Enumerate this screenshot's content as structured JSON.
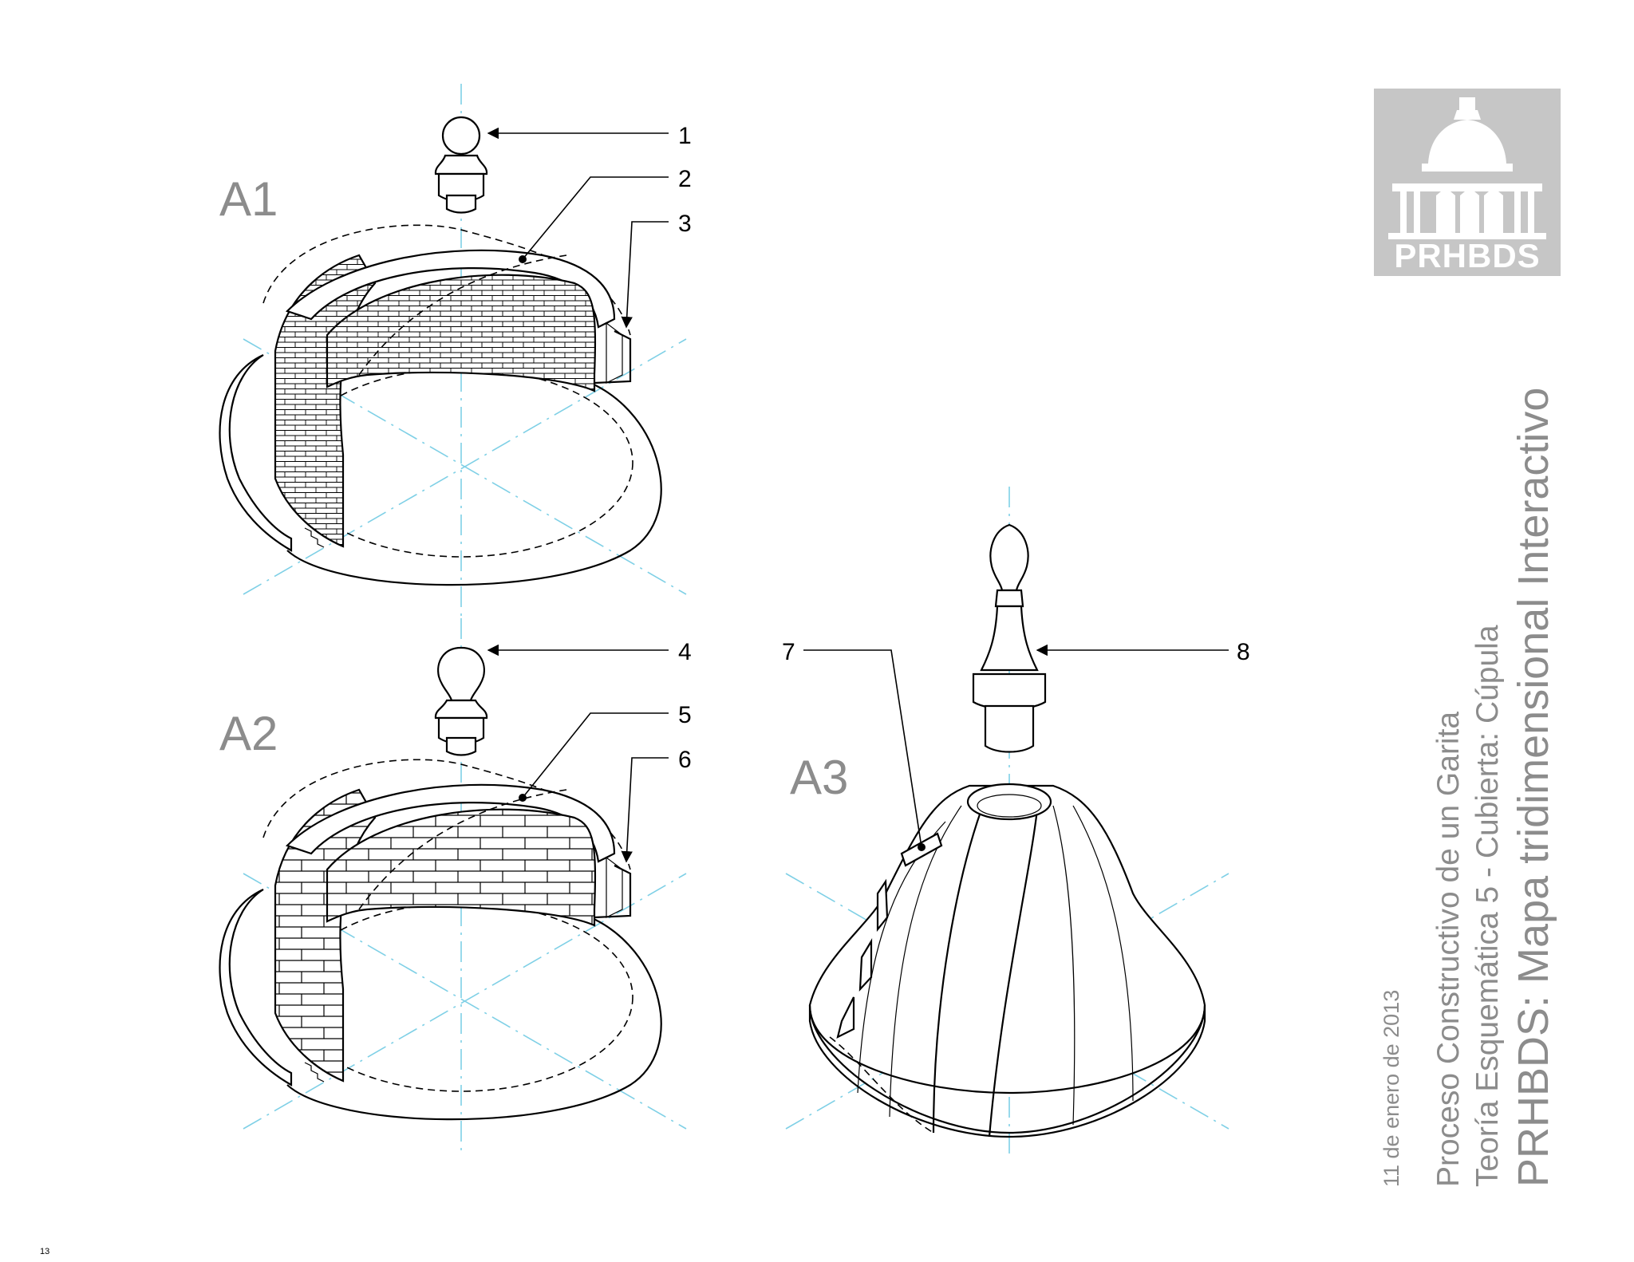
{
  "page_number": "13",
  "sections": {
    "a1": "A1",
    "a2": "A2",
    "a3": "A3"
  },
  "callouts": [
    "1",
    "2",
    "3",
    "4",
    "5",
    "6",
    "7",
    "8"
  ],
  "logo": {
    "text": "PRHBDS",
    "background": "#c6c6c6"
  },
  "side_text": {
    "date": "11 de enero de 2013",
    "line1": "Proceso Constructivo de un Garita",
    "line2": "Teoría Esquemática 5 - Cubierta: Cúpula",
    "line3": "PRHBDS: Mapa tridimensional Interactivo"
  },
  "colors": {
    "axis": "#7fd0e6",
    "label_gray": "#8c8c8c",
    "ink": "#000000"
  }
}
